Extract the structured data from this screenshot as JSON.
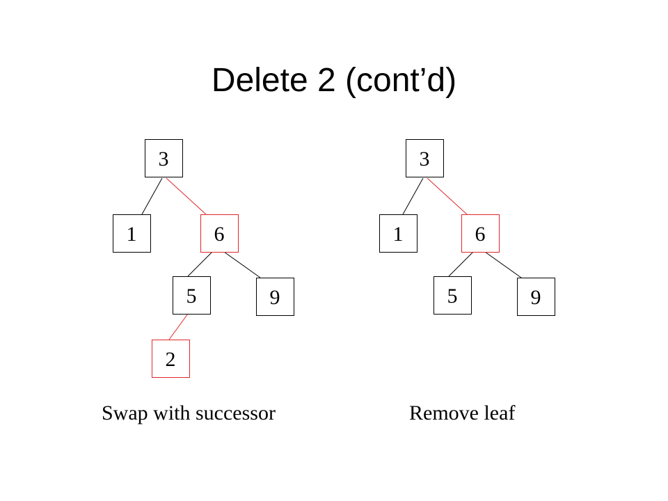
{
  "title": "Delete 2 (cont’d)",
  "colors": {
    "normal": "#000000",
    "highlight": "#e0262a"
  },
  "trees": [
    {
      "caption": "Swap with successor",
      "nodes": [
        {
          "id": "3",
          "label": "3",
          "highlighted": false
        },
        {
          "id": "1",
          "label": "1",
          "highlighted": false
        },
        {
          "id": "6",
          "label": "6",
          "highlighted": true
        },
        {
          "id": "5",
          "label": "5",
          "highlighted": false
        },
        {
          "id": "9",
          "label": "9",
          "highlighted": false
        },
        {
          "id": "2",
          "label": "2",
          "highlighted": true
        }
      ],
      "edges": [
        {
          "from": "3",
          "to": "1",
          "highlighted": false
        },
        {
          "from": "3",
          "to": "6",
          "highlighted": true
        },
        {
          "from": "6",
          "to": "5",
          "highlighted": false
        },
        {
          "from": "6",
          "to": "9",
          "highlighted": false
        },
        {
          "from": "5",
          "to": "2",
          "highlighted": true
        }
      ]
    },
    {
      "caption": "Remove leaf",
      "nodes": [
        {
          "id": "3",
          "label": "3",
          "highlighted": false
        },
        {
          "id": "1",
          "label": "1",
          "highlighted": false
        },
        {
          "id": "6",
          "label": "6",
          "highlighted": true
        },
        {
          "id": "5",
          "label": "5",
          "highlighted": false
        },
        {
          "id": "9",
          "label": "9",
          "highlighted": false
        }
      ],
      "edges": [
        {
          "from": "3",
          "to": "1",
          "highlighted": false
        },
        {
          "from": "3",
          "to": "6",
          "highlighted": true
        },
        {
          "from": "6",
          "to": "5",
          "highlighted": false
        },
        {
          "from": "6",
          "to": "9",
          "highlighted": false
        }
      ]
    }
  ]
}
